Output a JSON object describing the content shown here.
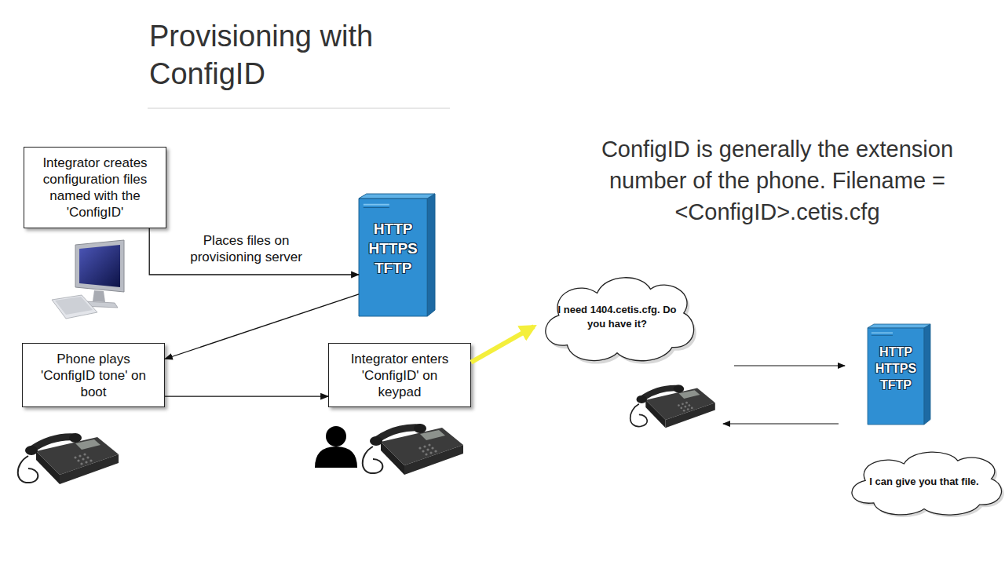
{
  "diagram": {
    "title": "Provisioning with ConfigID",
    "nodes": [
      {
        "text": [
          "Integrator creates configuration files named with the 'ConfigID'"
        ]
      },
      {
        "text": [
          "HTTP HTTPS TFTP"
        ]
      },
      {
        "text": [
          "Phone plays 'ConfigID tone' on boot"
        ]
      },
      {
        "text": [
          "Integrator enters 'ConfigID' on keypad"
        ]
      },
      {
        "text": [
          "I need 1404.cetis.cfg. Do you have it?"
        ]
      },
      {
        "text": [
          "HTTP HTTPS TFTP"
        ]
      },
      {
        "text": [
          "I can give you that file."
        ]
      }
    ],
    "edges": [
      {
        "from": 0,
        "to": 1,
        "label": "Places files on provisioning server",
        "arrow": "to"
      },
      {
        "from": 1,
        "to": 2,
        "arrow": "to"
      },
      {
        "from": 2,
        "to": 3,
        "arrow": "to"
      },
      {
        "from": 3,
        "to": 4,
        "arrow": "to"
      }
    ],
    "labels": [
      "ConfigID is generally the extension number of the phone. Filename = <ConfigID>.cetis.cfg"
    ]
  }
}
